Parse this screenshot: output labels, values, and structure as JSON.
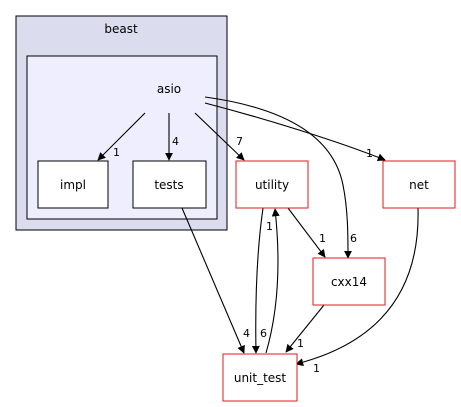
{
  "diagram": {
    "clusters": {
      "beast": {
        "label": "beast",
        "fill": "#dcdcef",
        "stroke": "#000000"
      },
      "asio": {
        "label": "asio",
        "fill": "#eeeeff",
        "stroke": "#000000"
      }
    },
    "nodes": {
      "impl": {
        "label": "impl",
        "border": "#000000"
      },
      "tests": {
        "label": "tests",
        "border": "#000000"
      },
      "utility": {
        "label": "utility",
        "border": "#e31a1c"
      },
      "net": {
        "label": "net",
        "border": "#e31a1c"
      },
      "cxx14": {
        "label": "cxx14",
        "border": "#e31a1c"
      },
      "unit_test": {
        "label": "unit_test",
        "border": "#e31a1c"
      }
    },
    "edges": {
      "asio_impl": {
        "from": "asio",
        "to": "impl",
        "count": "1"
      },
      "asio_tests": {
        "from": "asio",
        "to": "tests",
        "count": "4"
      },
      "asio_utility": {
        "from": "asio",
        "to": "utility",
        "count": "7"
      },
      "asio_net": {
        "from": "asio",
        "to": "net",
        "count": "1"
      },
      "asio_cxx14": {
        "from": "asio",
        "to": "cxx14",
        "count": "6"
      },
      "utility_cxx14": {
        "from": "utility",
        "to": "cxx14",
        "count": "1"
      },
      "utility_unit_test": {
        "from": "utility",
        "to": "unit_test",
        "count": "6"
      },
      "unit_test_utility": {
        "from": "unit_test",
        "to": "utility",
        "count": "1"
      },
      "tests_unit_test": {
        "from": "tests",
        "to": "unit_test",
        "count": "4"
      },
      "cxx14_unit_test": {
        "from": "cxx14",
        "to": "unit_test",
        "count": "1"
      },
      "net_unit_test": {
        "from": "net",
        "to": "unit_test",
        "count": "1"
      }
    }
  }
}
